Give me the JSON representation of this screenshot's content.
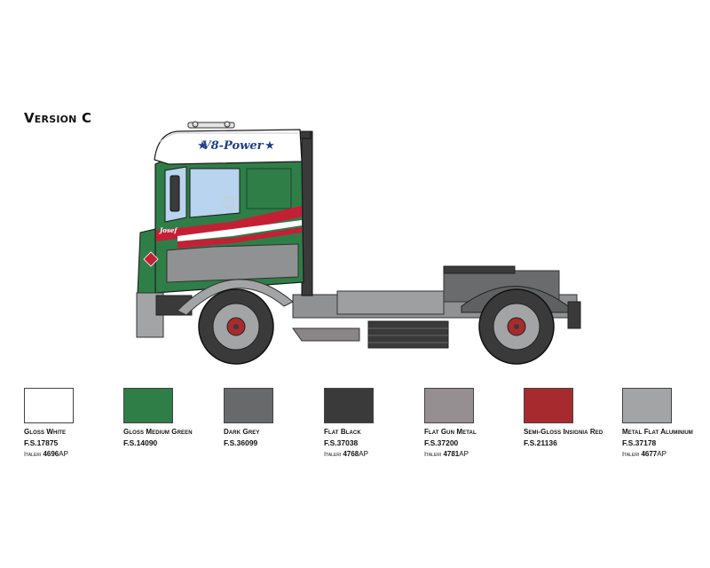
{
  "title": "Version C",
  "truck_decals": {
    "banner": "V8-Power",
    "name": "Josef"
  },
  "colors": [
    {
      "name": "Gloss White",
      "fs": "F.S.17875",
      "brand": "Italeri",
      "code": "4696",
      "suffix": "AP",
      "hex": "#ffffff"
    },
    {
      "name": "Gloss Medium Green",
      "fs": "F.S.14090",
      "brand": "",
      "code": "",
      "suffix": "",
      "hex": "#2f7d47"
    },
    {
      "name": "Dark Grey",
      "fs": "F.S.36099",
      "brand": "",
      "code": "",
      "suffix": "",
      "hex": "#68696b"
    },
    {
      "name": "Flat Black",
      "fs": "F.S.37038",
      "brand": "Italeri",
      "code": "4768",
      "suffix": "AP",
      "hex": "#3a3a3b"
    },
    {
      "name": "Flat Gun Metal",
      "fs": "F.S.37200",
      "brand": "Italeri",
      "code": "4781",
      "suffix": "AP",
      "hex": "#958f91"
    },
    {
      "name": "Semi-Gloss Insignia Red",
      "fs": "F.S.21136",
      "brand": "",
      "code": "",
      "suffix": "",
      "hex": "#a72b2e"
    },
    {
      "name": "Metal Flat Aluminium",
      "fs": "F.S.37178",
      "brand": "Italeri",
      "code": "4677",
      "suffix": "AP",
      "hex": "#a2a4a5"
    }
  ]
}
